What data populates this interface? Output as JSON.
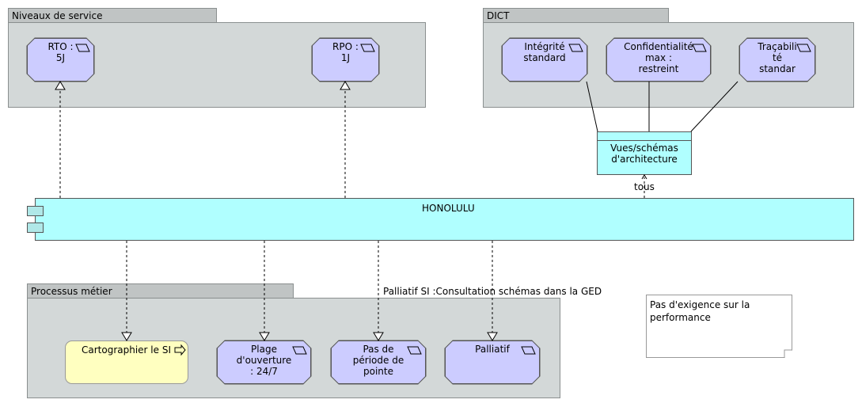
{
  "groups": {
    "niveaux": {
      "title": "Niveaux de service"
    },
    "dict": {
      "title": "DICT"
    },
    "processus": {
      "title": "Processus métier"
    }
  },
  "requirements": {
    "rto": [
      "RTO :",
      "5J"
    ],
    "rpo": [
      "RPO :",
      "1J"
    ],
    "integrite": [
      "Intégrité",
      "standard"
    ],
    "confidentialite": [
      "Confidentialité",
      "max :",
      "restreint"
    ],
    "tracabilite": [
      "Traçabili",
      "té",
      "standar"
    ],
    "plage": [
      "Plage",
      "d'ouverture",
      ": 24/7"
    ],
    "pointe": [
      "Pas de",
      "période de",
      "pointe"
    ],
    "palliatif": [
      "Palliatif"
    ]
  },
  "vues": [
    "Vues/schémas",
    "d'architecture"
  ],
  "honolulu": {
    "label": "HONOLULU"
  },
  "tous_label": "tous",
  "cartographier": {
    "label": "Cartographier le SI"
  },
  "palliatif_si_label": "Palliatif SI :Consultation schémas dans la GED",
  "note": [
    "Pas d'exigence sur la",
    "performance"
  ],
  "colors": {
    "requirement": "#ccccff",
    "component": "#b0ffff",
    "process": "#ffffc0",
    "group": "#d3d8d8"
  }
}
